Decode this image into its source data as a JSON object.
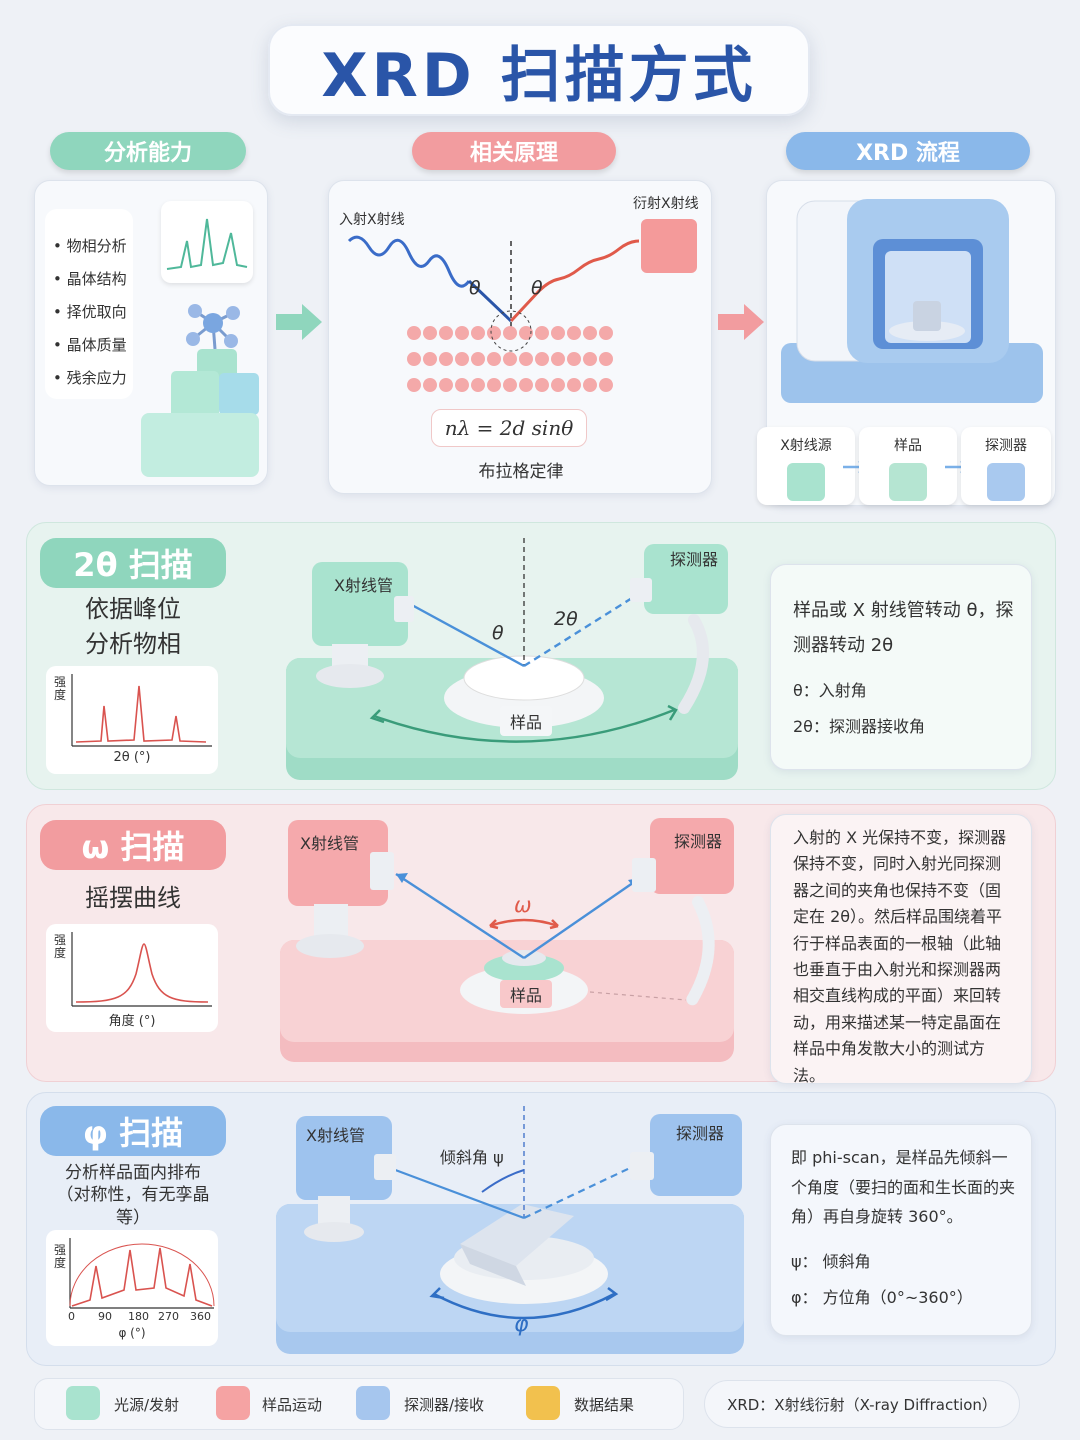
{
  "title": "XRD 扫描方式",
  "top": {
    "analysis": {
      "label": "分析能力",
      "items": [
        "物相分析",
        "晶体结构",
        "择优取向",
        "晶体质量",
        "残余应力"
      ]
    },
    "principle": {
      "label": "相关原理",
      "incident": "入射X射线",
      "diffracted": "衍射X射线",
      "theta1": "θ",
      "theta2": "θ",
      "formula": "nλ = 2d  sinθ",
      "law": "布拉格定律"
    },
    "flow": {
      "label": "XRD 流程",
      "steps": [
        "X射线源",
        "样品",
        "探测器"
      ]
    }
  },
  "scan2theta": {
    "tag": "2θ 扫描",
    "desc1": "依据峰位",
    "desc2": "分析物相",
    "plot_ylabel": "强\n度",
    "plot_xlabel": "2θ (°)",
    "tube": "X射线管",
    "detector": "探测器",
    "sample": "样品",
    "theta": "θ",
    "twotheta": "2θ",
    "info_main": "样品或 X 射线管转动 θ，探测器转动 2θ",
    "info_def1": "θ：入射角",
    "info_def2": "2θ：探测器接收角"
  },
  "scanomega": {
    "tag": "ω 扫描",
    "desc": "摇摆曲线",
    "plot_ylabel": "强\n度",
    "plot_xlabel": "角度 (°)",
    "tube": "X射线管",
    "detector": "探测器",
    "sample": "样品",
    "omega": "ω",
    "info": "入射的 X 光保持不变，探测器保持不变，同时入射光同探测器之间的夹角也保持不变（固定在 2θ）。然后样品围绕着平行于样品表面的一根轴（此轴也垂直于由入射光和探测器两相交直线构成的平面）来回转动，用来描述某一特定晶面在样品中角发散大小的测试方法。"
  },
  "scanphi": {
    "tag": "φ 扫描",
    "desc": "分析样品面内排布（对称性，有无孪晶等）",
    "plot_ylabel": "强\n度",
    "plot_xticks": [
      "0",
      "90",
      "180",
      "270",
      "360"
    ],
    "plot_xlabel": "φ (°)",
    "tube": "X射线管",
    "detector": "探测器",
    "tilt": "倾斜角 ψ",
    "phi": "φ",
    "info_main": "即 phi-scan，是样品先倾斜一个角度（要扫的面和生长面的夹角）再自身旋转 360°。",
    "info_def1": "ψ：  倾斜角",
    "info_def2": "φ：  方位角（0°~360°）"
  },
  "legend": {
    "items": [
      "光源/发射",
      "样品运动",
      "探测器/接收",
      "数据结果"
    ],
    "colors": [
      "#8fd6bd",
      "#f29c9f",
      "#8ab8ea",
      "#f2c14e"
    ],
    "note": "XRD：X射线衍射（X-ray Diffraction）"
  },
  "chart_data": [
    {
      "type": "line",
      "title": "",
      "xlabel": "2θ (°)",
      "ylabel": "强度",
      "note": "three diffraction peaks"
    },
    {
      "type": "line",
      "title": "",
      "xlabel": "角度 (°)",
      "ylabel": "强度",
      "note": "single rocking curve peak"
    },
    {
      "type": "line",
      "title": "",
      "xlabel": "φ (°)",
      "ylabel": "强度",
      "x_ticks": [
        0,
        90,
        180,
        270,
        360
      ],
      "note": "four symmetric peaks"
    }
  ]
}
